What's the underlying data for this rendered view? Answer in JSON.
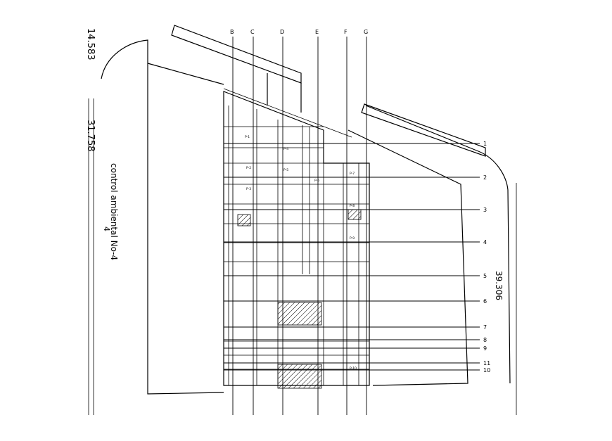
{
  "plan": {
    "dimension_top_left": "14.583",
    "dimension_left": "31.758",
    "dimension_right": "39.306",
    "zone_label": "control ambiental No-4",
    "zone_sub_label": "4"
  },
  "grid": {
    "columns": [
      "B",
      "C",
      "D",
      "E",
      "F",
      "G"
    ],
    "rows": [
      "1",
      "2",
      "3",
      "4",
      "5",
      "6",
      "7",
      "8",
      "9",
      "11",
      "10"
    ]
  },
  "rooms": [
    "P-1",
    "P-2",
    "P-3",
    "P-4",
    "P-5",
    "P-6",
    "P-7",
    "P-8",
    "P-9",
    "P-10"
  ]
}
